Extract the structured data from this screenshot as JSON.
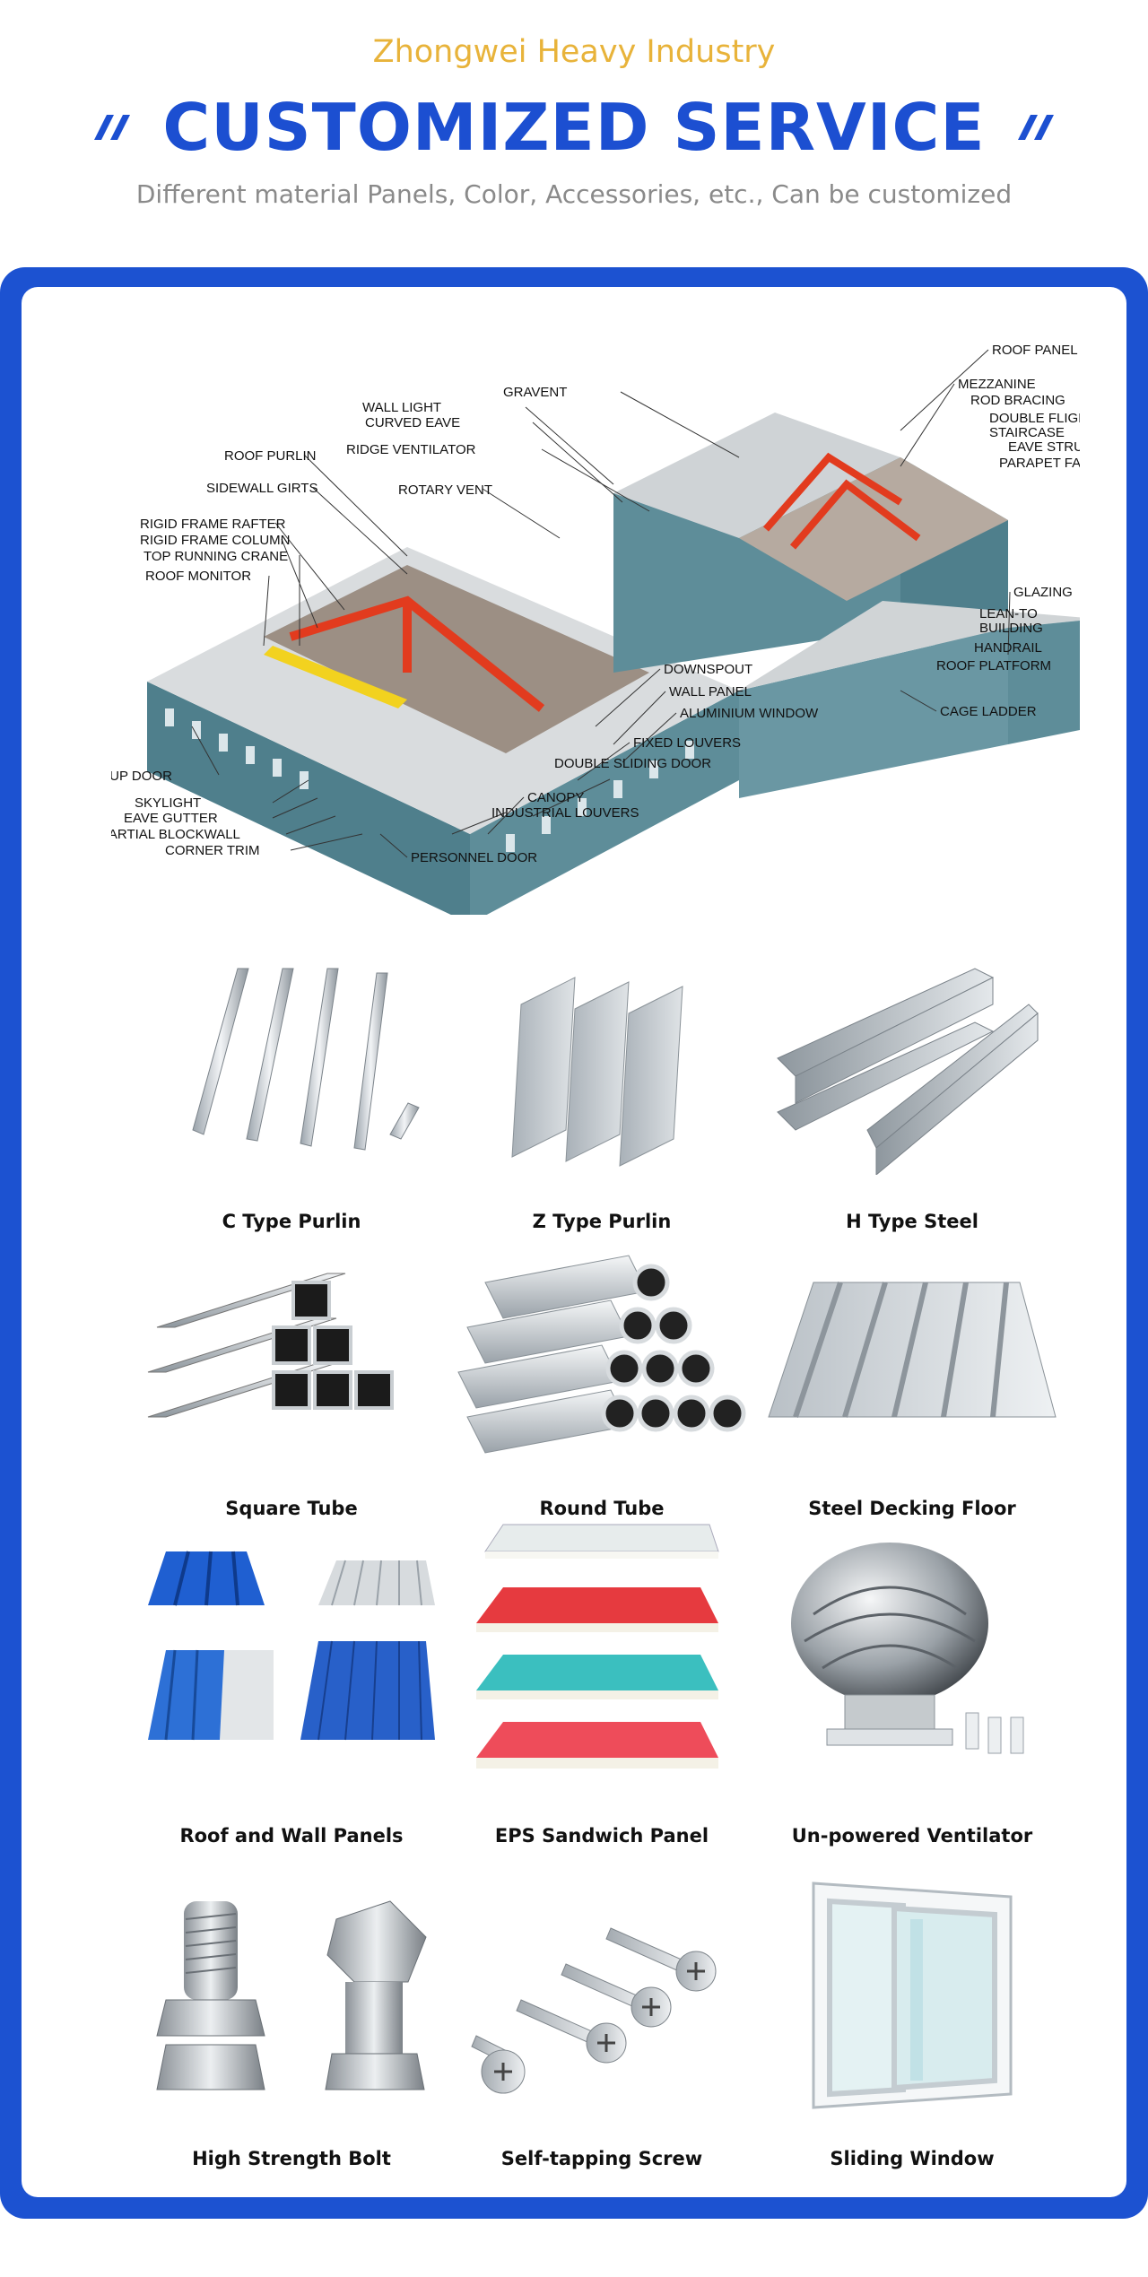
{
  "header": {
    "brand": "Zhongwei Heavy Industry",
    "title": "CUSTOMIZED SERVICE",
    "subtitle": "Different material Panels, Color, Accessories, etc., Can be customized"
  },
  "diagram": {
    "labels": {
      "roof_panel": "ROOF PANEL",
      "gravent": "GRAVENT",
      "wall_light": "WALL LIGHT",
      "curved_eave": "CURVED EAVE",
      "ridge_ventilator": "RIDGE VENTILATOR",
      "mezzanine": "MEZZANINE",
      "rod_bracing": "ROD BRACING",
      "double_flight_staircase_1": "DOUBLE FLIGHT",
      "double_flight_staircase_2": "STAIRCASE",
      "eave_strut": "EAVE STRUT",
      "parapet_fascia": "PARAPET FASCIA",
      "roof_purlin": "ROOF PURLIN",
      "rotary_vent": "ROTARY VENT",
      "sidewall_girts": "SIDEWALL GIRTS",
      "rigid_frame_rafter": "RIGID FRAME RAFTER",
      "rigid_frame_column": "RIGID FRAME COLUMN",
      "top_running_crane": "TOP RUNNING CRANE",
      "roof_monitor": "ROOF MONITOR",
      "glazing": "GLAZING",
      "lean_to_1": "LEAN-TO",
      "lean_to_2": "BUILDING",
      "handrail": "HANDRAIL",
      "roof_platform": "ROOF PLATFORM",
      "downspout": "DOWNSPOUT",
      "wall_panel": "WALL PANEL",
      "aluminium_window": "ALUMINIUM WINDOW",
      "cage_ladder": "CAGE LADDER",
      "fixed_louvers": "FIXED LOUVERS",
      "double_sliding_door": "DOUBLE SLIDING DOOR",
      "roll_up_door": "ROLL-UP DOOR",
      "skylight": "SKYLIGHT",
      "canopy": "CANOPY",
      "eave_gutter": "EAVE GUTTER",
      "industrial_louvers": "INDUSTRIAL LOUVERS",
      "partial_blockwall": "PARTIAL BLOCKWALL",
      "corner_trim": "CORNER TRIM",
      "personnel_door": "PERSONNEL DOOR"
    }
  },
  "products": [
    {
      "name": "C Type Purlin",
      "icon": "c-purlin-image"
    },
    {
      "name": "Z Type Purlin",
      "icon": "z-purlin-image"
    },
    {
      "name": "H Type Steel",
      "icon": "h-beam-image"
    },
    {
      "name": "Square Tube",
      "icon": "square-tube-image"
    },
    {
      "name": "Round Tube",
      "icon": "round-tube-image"
    },
    {
      "name": "Steel Decking Floor",
      "icon": "decking-image"
    },
    {
      "name": "Roof and Wall Panels",
      "icon": "panels-image"
    },
    {
      "name": "EPS Sandwich Panel",
      "icon": "sandwich-panel-image"
    },
    {
      "name": "Un-powered Ventilator",
      "icon": "ventilator-image"
    },
    {
      "name": "High Strength Bolt",
      "icon": "bolt-image"
    },
    {
      "name": "Self-tapping Screw",
      "icon": "screw-image"
    },
    {
      "name": "Sliding Window",
      "icon": "window-image"
    }
  ],
  "colors": {
    "brand_gold": "#e8b33a",
    "title_blue": "#1c4fd1",
    "frame_blue": "#1c52d1"
  }
}
